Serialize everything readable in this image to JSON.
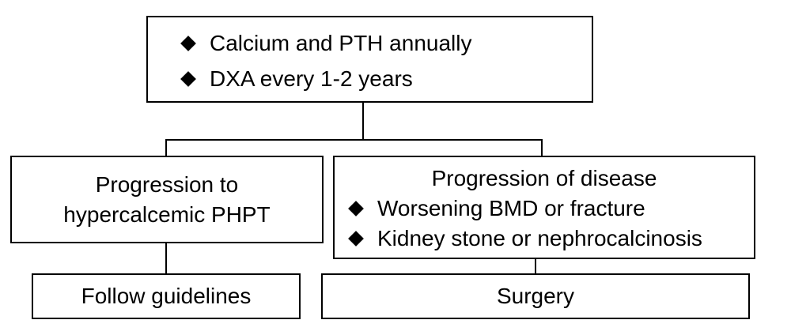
{
  "flowchart": {
    "top_box": {
      "bullets": [
        "Calcium and PTH annually",
        "DXA every 1-2 years"
      ]
    },
    "left_branch": {
      "title_line1": "Progression to",
      "title_line2": "hypercalcemic PHPT",
      "outcome": "Follow guidelines"
    },
    "right_branch": {
      "title": "Progression of disease",
      "bullets": [
        "Worsening BMD or fracture",
        "Kidney stone or nephrocalcinosis"
      ],
      "outcome": "Surgery"
    }
  },
  "colors": {
    "stroke": "#000000",
    "background": "#ffffff"
  },
  "icons": {
    "bullet": "diamond-bullet-icon"
  }
}
